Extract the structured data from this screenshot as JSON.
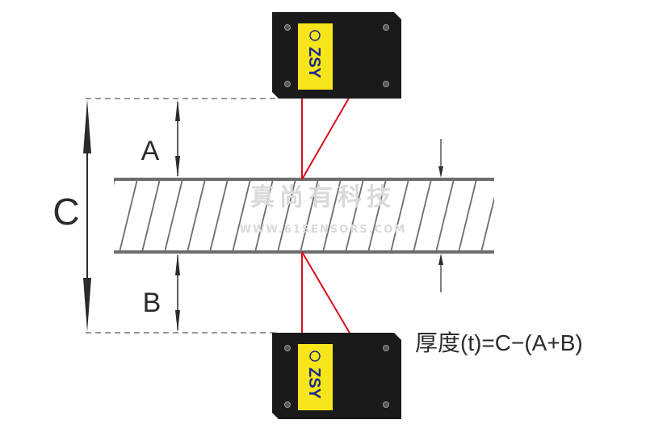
{
  "diagram": {
    "labels": {
      "a": "A",
      "b": "B",
      "c": "C",
      "formula": "厚度(t)=C−(A+B)"
    },
    "sensor_top": {
      "brand": "ZSY"
    },
    "sensor_bottom": {
      "brand": "ZSY"
    },
    "watermark": {
      "title": "真尚有科技",
      "url": "WWW.61SENSORS.COM"
    },
    "colors": {
      "laser": "#d8101e",
      "sensor_body": "#1a1a1a",
      "label_bg": "#f6e51a",
      "material_line": "#6d6d6d",
      "text": "#2b2b2b"
    }
  }
}
